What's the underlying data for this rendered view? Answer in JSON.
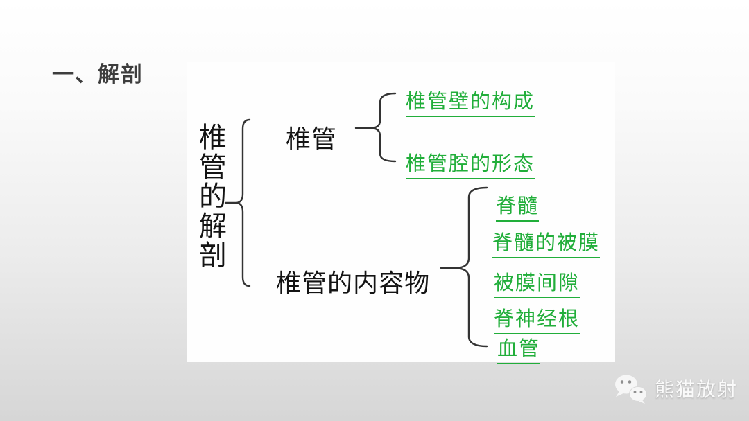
{
  "slide": {
    "title": "一、解剖",
    "background_top": "#ffffff",
    "background_bottom": "#d6d6d6"
  },
  "diagram": {
    "root": "椎管的解剖",
    "branches": [
      {
        "label": "椎管",
        "children": [
          "椎管壁的构成",
          "椎管腔的形态"
        ]
      },
      {
        "label": "椎管的内容物",
        "children": [
          "脊髓",
          "脊髓的被膜",
          "被膜间隙",
          "脊神经根",
          "血管"
        ]
      }
    ],
    "link_color": "#21ae3a",
    "text_color": "#141414",
    "brace_color": "#333333"
  },
  "watermark": {
    "label": "熊猫放射",
    "icon": "wechat-icon"
  }
}
